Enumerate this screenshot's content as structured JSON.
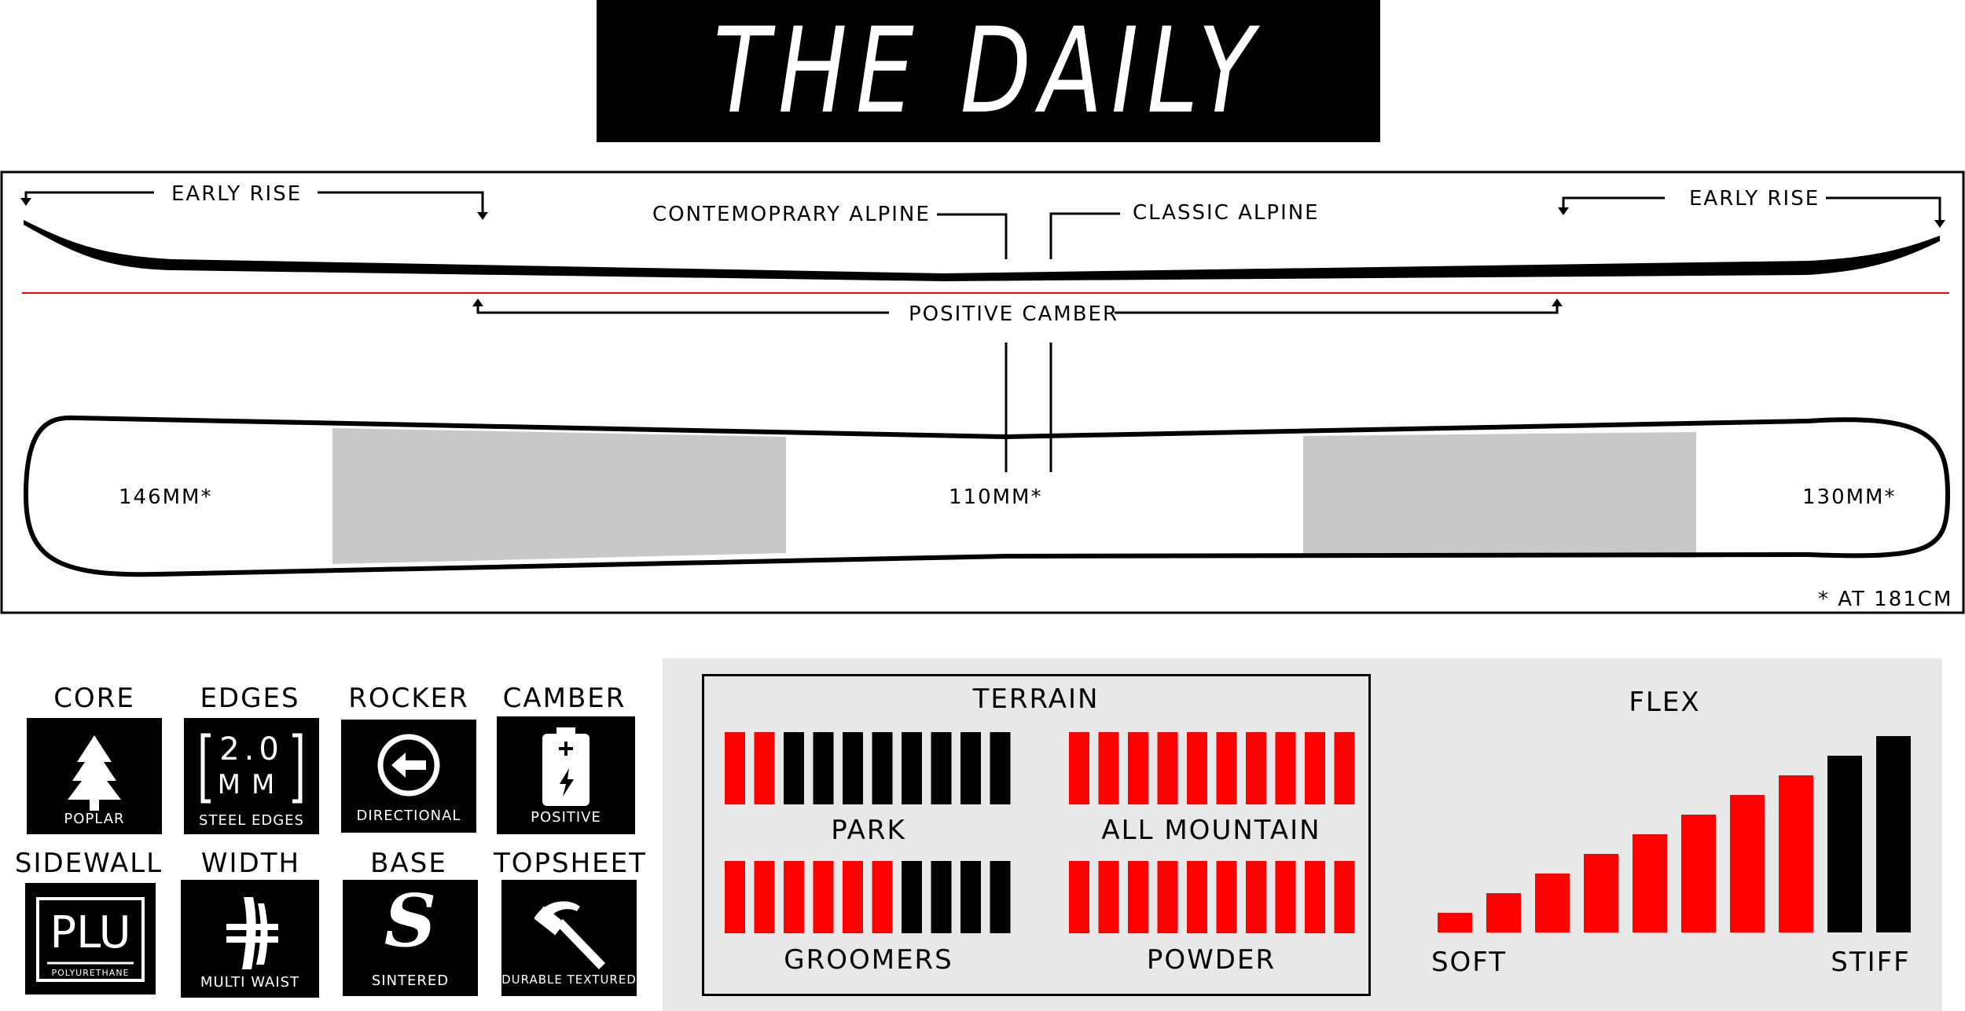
{
  "header": {
    "title": "THE DAILY"
  },
  "profile": {
    "early_rise_left": "EARLY RISE",
    "early_rise_right": "EARLY RISE",
    "contemporary_alpine": "CONTEMOPRARY ALPINE",
    "classic_alpine": "CLASSIC ALPINE",
    "positive_camber": "POSITIVE CAMBER",
    "tip_width": "146MM*",
    "waist_width": "110MM*",
    "tail_width": "130MM*",
    "footnote": "* AT 181CM"
  },
  "features": [
    {
      "title": "CORE",
      "caption": "POPLAR",
      "icon": "tree-icon"
    },
    {
      "title": "EDGES",
      "caption": "STEEL EDGES",
      "icon": "edge-icon",
      "value": "2.0",
      "unit": "MM"
    },
    {
      "title": "ROCKER",
      "caption": "DIRECTIONAL",
      "icon": "arrow-left-circle-icon"
    },
    {
      "title": "CAMBER",
      "caption": "POSITIVE",
      "icon": "battery-icon"
    },
    {
      "title": "SIDEWALL",
      "caption": "POLYURETHANE",
      "icon": "plu-icon",
      "value": "PLU"
    },
    {
      "title": "WIDTH",
      "caption": "MULTI WAIST",
      "icon": "multi-waist-icon"
    },
    {
      "title": "BASE",
      "caption": "SINTERED",
      "icon": "s-icon",
      "value": "S"
    },
    {
      "title": "TOPSHEET",
      "caption": "DURABLE TEXTURED",
      "icon": "hammer-icon"
    }
  ],
  "terrain": {
    "title": "TERRAIN",
    "segments_total": 10,
    "items": [
      {
        "label": "PARK",
        "filled": 2
      },
      {
        "label": "ALL MOUNTAIN",
        "filled": 10
      },
      {
        "label": "GROOMERS",
        "filled": 6
      },
      {
        "label": "POWDER",
        "filled": 10
      }
    ]
  },
  "flex": {
    "title": "FLEX",
    "soft_label": "SOFT",
    "stiff_label": "STIFF",
    "bars_total": 10,
    "value": 8
  },
  "colors": {
    "accent": "#ff0000",
    "dark": "#000000",
    "panel": "#e8e8e8",
    "inactive_zone": "#c8c8c8"
  }
}
